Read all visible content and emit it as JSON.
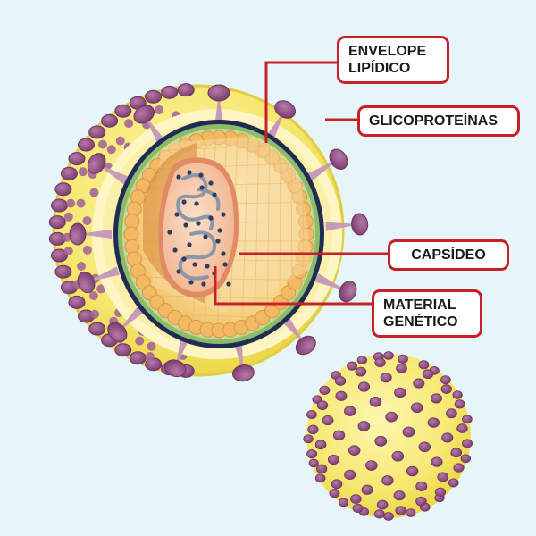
{
  "labels": {
    "envelope": [
      "ENVELOPE",
      "LIPÍDICO"
    ],
    "glycoproteins": "GLICOPROTEÍNAS",
    "capsid": "CAPSÍDEO",
    "genetic_material": [
      "MATERIAL",
      "GENÉTICO"
    ]
  },
  "colors": {
    "background": "#e6f6f8",
    "label_border": "#c8202a",
    "leader_line": "#c8202a",
    "envelope_yellow": "#f7ea7a",
    "envelope_inner": "#fdf6c4",
    "glycoprotein_knob": "#9a5a8e",
    "membrane_green": "#8dbb6a",
    "membrane_navy": "#1f2d55",
    "capsid_orange": "#f2b25a",
    "core_pink": "#f6c9a8",
    "rna_grey": "#8c96a6"
  },
  "icons": [
    "virion-cutaway-illustration",
    "whole-virion-illustration"
  ]
}
